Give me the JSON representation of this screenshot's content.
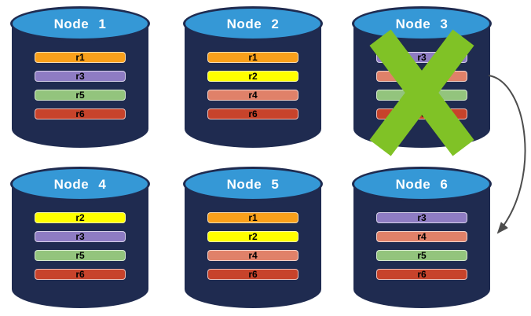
{
  "palette": {
    "cylinder_body": "#1F2B50",
    "cylinder_top": "#3598D6",
    "title_text": "#FFFFFF",
    "row_text": "#000000",
    "failed_x": "#80C226",
    "arrow": "#4D4D4D",
    "r1": "#F9A01B",
    "r2": "#FFFF00",
    "r3": "#8E7CC3",
    "r4": "#E08169",
    "r5": "#93C47D",
    "r6": "#C7432B"
  },
  "nodes": [
    {
      "id": "node-1",
      "title": "Node 1",
      "failed": false,
      "rows": [
        {
          "label": "r1",
          "color": "#F9A01B"
        },
        {
          "label": "r3",
          "color": "#8E7CC3"
        },
        {
          "label": "r5",
          "color": "#93C47D"
        },
        {
          "label": "r6",
          "color": "#C7432B"
        }
      ]
    },
    {
      "id": "node-2",
      "title": "Node 2",
      "failed": false,
      "rows": [
        {
          "label": "r1",
          "color": "#F9A01B"
        },
        {
          "label": "r2",
          "color": "#FFFF00"
        },
        {
          "label": "r4",
          "color": "#E08169"
        },
        {
          "label": "r6",
          "color": "#C7432B"
        }
      ]
    },
    {
      "id": "node-3",
      "title": "Node 3",
      "failed": true,
      "rows": [
        {
          "label": "r3",
          "color": "#8E7CC3"
        },
        {
          "label": "r4",
          "color": "#E08169"
        },
        {
          "label": "r5",
          "color": "#93C47D"
        },
        {
          "label": "r6",
          "color": "#C7432B"
        }
      ]
    },
    {
      "id": "node-4",
      "title": "Node 4",
      "failed": false,
      "rows": [
        {
          "label": "r2",
          "color": "#FFFF00"
        },
        {
          "label": "r3",
          "color": "#8E7CC3"
        },
        {
          "label": "r5",
          "color": "#93C47D"
        },
        {
          "label": "r6",
          "color": "#C7432B"
        }
      ]
    },
    {
      "id": "node-5",
      "title": "Node 5",
      "failed": false,
      "rows": [
        {
          "label": "r1",
          "color": "#F9A01B"
        },
        {
          "label": "r2",
          "color": "#FFFF00"
        },
        {
          "label": "r4",
          "color": "#E08169"
        },
        {
          "label": "r6",
          "color": "#C7432B"
        }
      ]
    },
    {
      "id": "node-6",
      "title": "Node 6",
      "failed": false,
      "rows": [
        {
          "label": "r3",
          "color": "#8E7CC3"
        },
        {
          "label": "r4",
          "color": "#E08169"
        },
        {
          "label": "r5",
          "color": "#93C47D"
        },
        {
          "label": "r6",
          "color": "#C7432B"
        }
      ]
    }
  ],
  "arrow": {
    "from_node": "Node 3",
    "to_node": "Node 6"
  }
}
